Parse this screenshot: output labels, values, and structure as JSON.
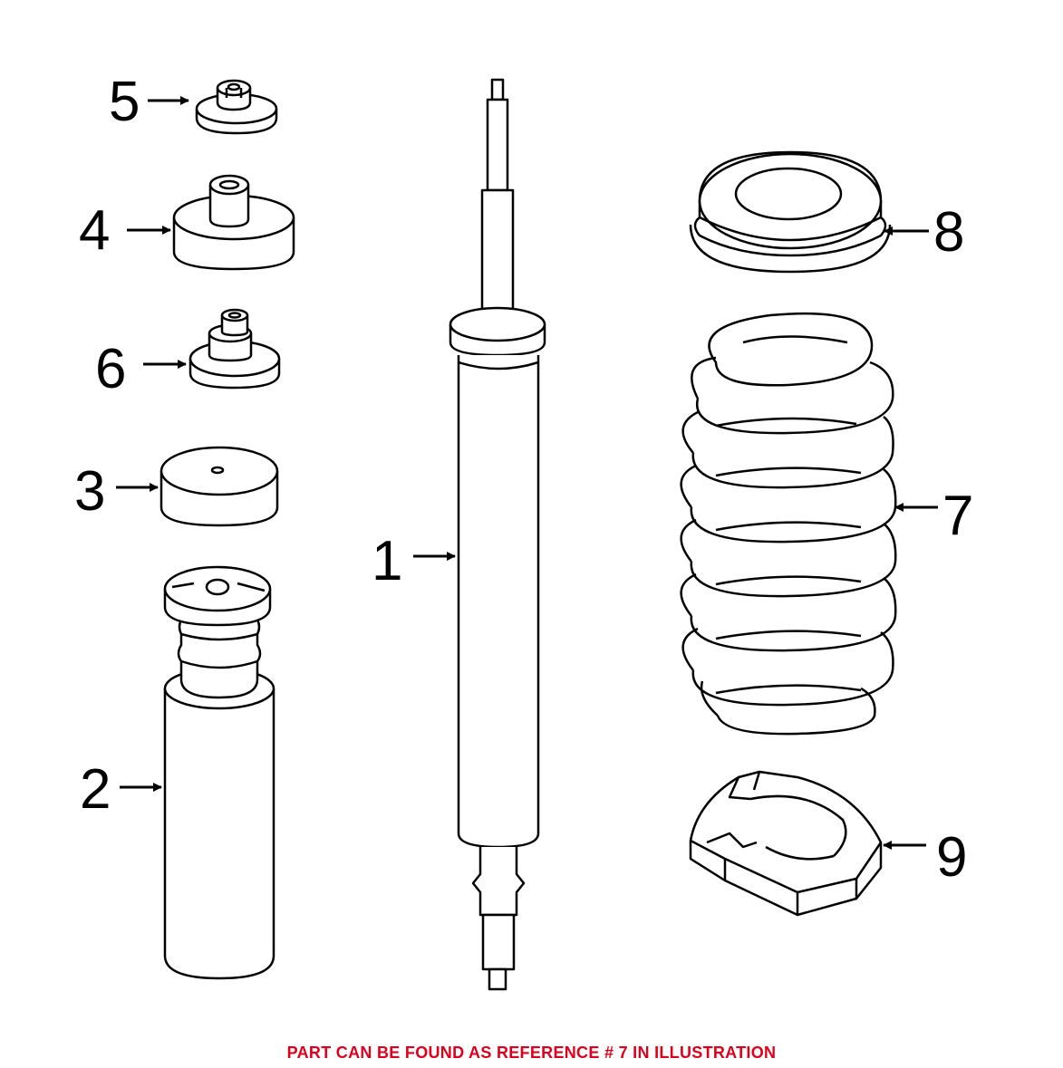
{
  "callouts": {
    "c1": "1",
    "c2": "2",
    "c3": "3",
    "c4": "4",
    "c5": "5",
    "c6": "6",
    "c7": "7",
    "c8": "8",
    "c9": "9"
  },
  "caption": {
    "text": "PART CAN BE FOUND AS REFERENCE # 7 IN ILLUSTRATION",
    "color": "#e0001b"
  },
  "colors": {
    "line": "#000000",
    "fill": "#ffffff"
  }
}
